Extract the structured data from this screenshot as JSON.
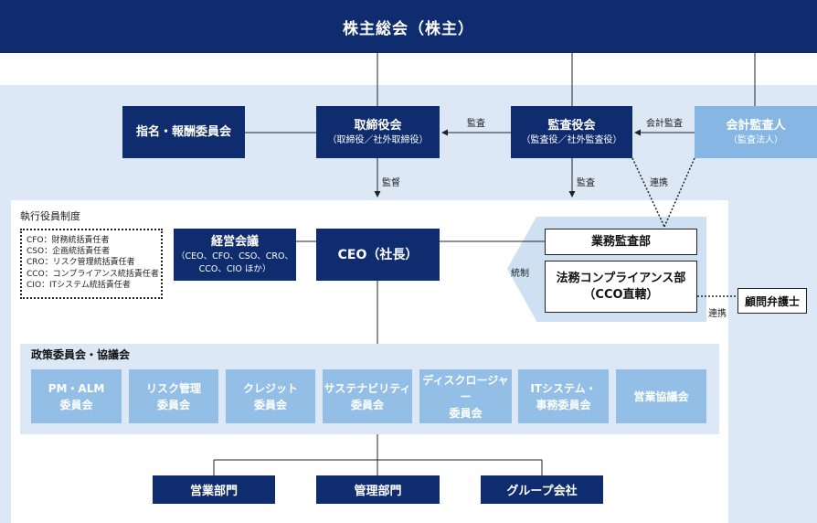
{
  "shareholders": "株主総会（株主）",
  "nomination_committee": "指名・報酬委員会",
  "board": {
    "title": "取締役会",
    "sub": "（取締役／社外取締役）"
  },
  "audit_board": {
    "title": "監査役会",
    "sub": "（監査役／社外監査役）"
  },
  "accounting_auditor": {
    "title": "会計監査人",
    "sub": "（監査法人）"
  },
  "management_council": {
    "title": "経営会議",
    "sub1": "（CEO、CFO、CSO、CRO、",
    "sub2": "CCO、CIO ほか）"
  },
  "ceo": "CEO（社長）",
  "internal_audit": "業務監査部",
  "compliance": {
    "title": "法務コンプライアンス部",
    "sub": "（CCO直轄）"
  },
  "legal_counsel": "顧問弁護士",
  "executive_officers": {
    "label": "執行役員制度",
    "items": [
      "CFO：財務統括責任者",
      "CSO：企画統括責任者",
      "CRO：リスク管理統括責任者",
      "CCO：コンプライアンス統括責任者",
      "CIO：ITシステム統括責任者"
    ]
  },
  "committees": {
    "title": "政策委員会・協議会",
    "items": [
      {
        "line1": "PM・ALM",
        "line2": "委員会"
      },
      {
        "line1": "リスク管理",
        "line2": "委員会"
      },
      {
        "line1": "クレジット",
        "line2": "委員会"
      },
      {
        "line1": "サステナビリティ",
        "line2": "委員会"
      },
      {
        "line1": "ディスクロージャー",
        "line2": "委員会"
      },
      {
        "line1": "ITシステム・",
        "line2": "事務委員会"
      },
      {
        "line1": "営業協議会",
        "line2": ""
      }
    ]
  },
  "divisions": [
    "営業部門",
    "管理部門",
    "グループ会社"
  ],
  "edge_labels": {
    "audit_to_board": "監査",
    "accounting_audit": "会計監査",
    "supervision": "監督",
    "audit_down": "監査",
    "cooperation_top": "連携",
    "control": "統制",
    "cooperation_bottom": "連携"
  },
  "colors": {
    "navy": "#0f2d6e",
    "light_blue": "#86b6e4",
    "committee_blue": "#93bfe6",
    "panel_bg": "#dce8f6"
  }
}
